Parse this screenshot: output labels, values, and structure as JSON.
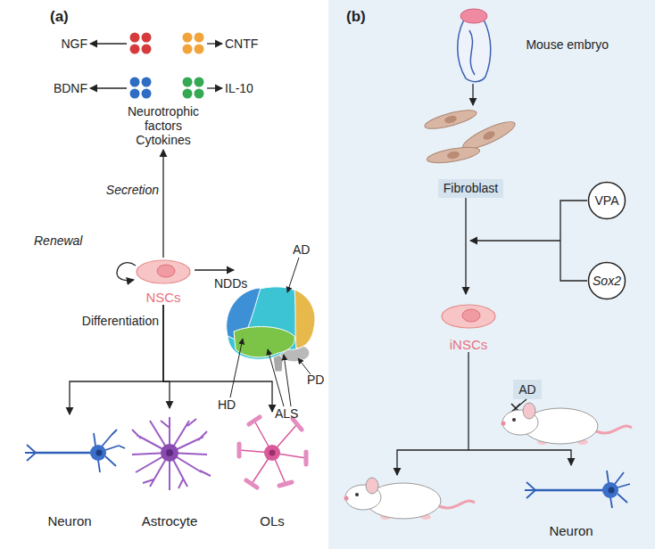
{
  "diagram": {
    "nodes": [
      {
        "text": [
          "(a)"
        ]
      },
      {
        "text": [
          "NSCs"
        ],
        "in": 0
      },
      {
        "text": [
          "Neuron"
        ],
        "in": 0
      },
      {
        "text": [
          "Astrocyte"
        ],
        "in": 0
      },
      {
        "text": [
          "OLs"
        ],
        "in": 0
      },
      {
        "text": [
          "(b)"
        ]
      },
      {
        "text": [
          "Mouse embryo"
        ],
        "in": 5
      },
      {
        "text": [
          "Fibroblast"
        ],
        "in": 5
      },
      {
        "text": [
          "VPA"
        ],
        "in": 5
      },
      {
        "text": [
          "Sox2"
        ],
        "in": 5
      },
      {
        "text": [
          "iNSCs"
        ],
        "in": 5
      },
      {
        "text": [
          "AD"
        ],
        "in": 5
      },
      {
        "text": [
          "Neuron"
        ],
        "in": 5
      }
    ],
    "edges": [
      {
        "from": 1,
        "to": 2,
        "arrow": "to"
      },
      {
        "from": 1,
        "to": 3,
        "arrow": "to"
      },
      {
        "from": 1,
        "to": 4,
        "arrow": "to"
      },
      {
        "from": 6,
        "to": 7,
        "arrow": "to"
      },
      {
        "from": 7,
        "to": 10,
        "arrow": "to"
      },
      {
        "from": 10,
        "to": 12,
        "arrow": "to"
      }
    ],
    "labels": [
      "NGF",
      "CNTF",
      "BDNF",
      "IL-10",
      "Neurotrophic factors Cytokines",
      "Secretion",
      "Renewal",
      "NDDs",
      "AD",
      "PD",
      "HD",
      "ALS",
      "Differentiation"
    ]
  }
}
